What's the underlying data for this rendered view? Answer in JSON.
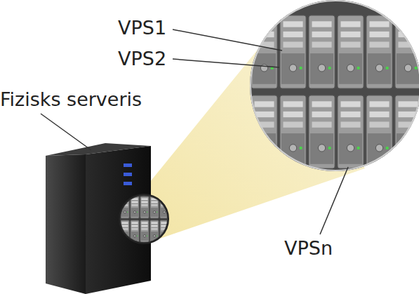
{
  "diagram": {
    "labels": [
      "VPS1",
      "VPS2",
      "Fizisks serveris",
      "VPSn"
    ]
  }
}
